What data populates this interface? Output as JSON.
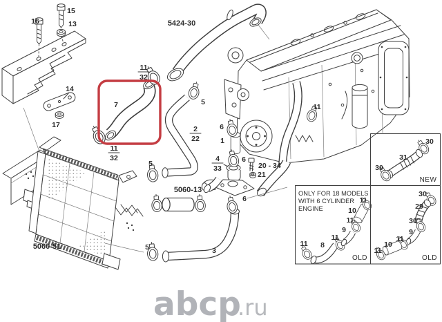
{
  "colors": {
    "line": "#3f3f3f",
    "label": "#2e2e2e",
    "highlight_red": "#c43c42",
    "watermark_gray": "#b1b3b8",
    "background": "#ffffff"
  },
  "part_numbers": {
    "upper_intake_hose": "5424-30",
    "middle_hose_kit": "5060-13",
    "intercooler_assembly": "5060-51"
  },
  "callouts": {
    "n1": "1",
    "n2": "2",
    "n3": "3",
    "n4": "4",
    "n5": "5",
    "n6": "6",
    "n7": "7",
    "n8": "8",
    "n9": "9",
    "n10": "10",
    "n11": "11",
    "n13": "13",
    "n14": "14",
    "n15": "15",
    "n16": "16",
    "n17": "17",
    "n20_34": "20 - 34",
    "n21": "21",
    "n22": "22",
    "n29": "29",
    "n30": "30",
    "n31": "31",
    "n32": "32",
    "n33": "33"
  },
  "insets": {
    "new_tag": "NEW",
    "old_tag": "OLD",
    "note_line1": "ONLY FOR 18 MODELS",
    "note_line2": "WITH 6 CYLINDER",
    "note_line3": "ENGINE"
  },
  "watermark": {
    "brand": "abcp",
    "domain": ".ru"
  }
}
